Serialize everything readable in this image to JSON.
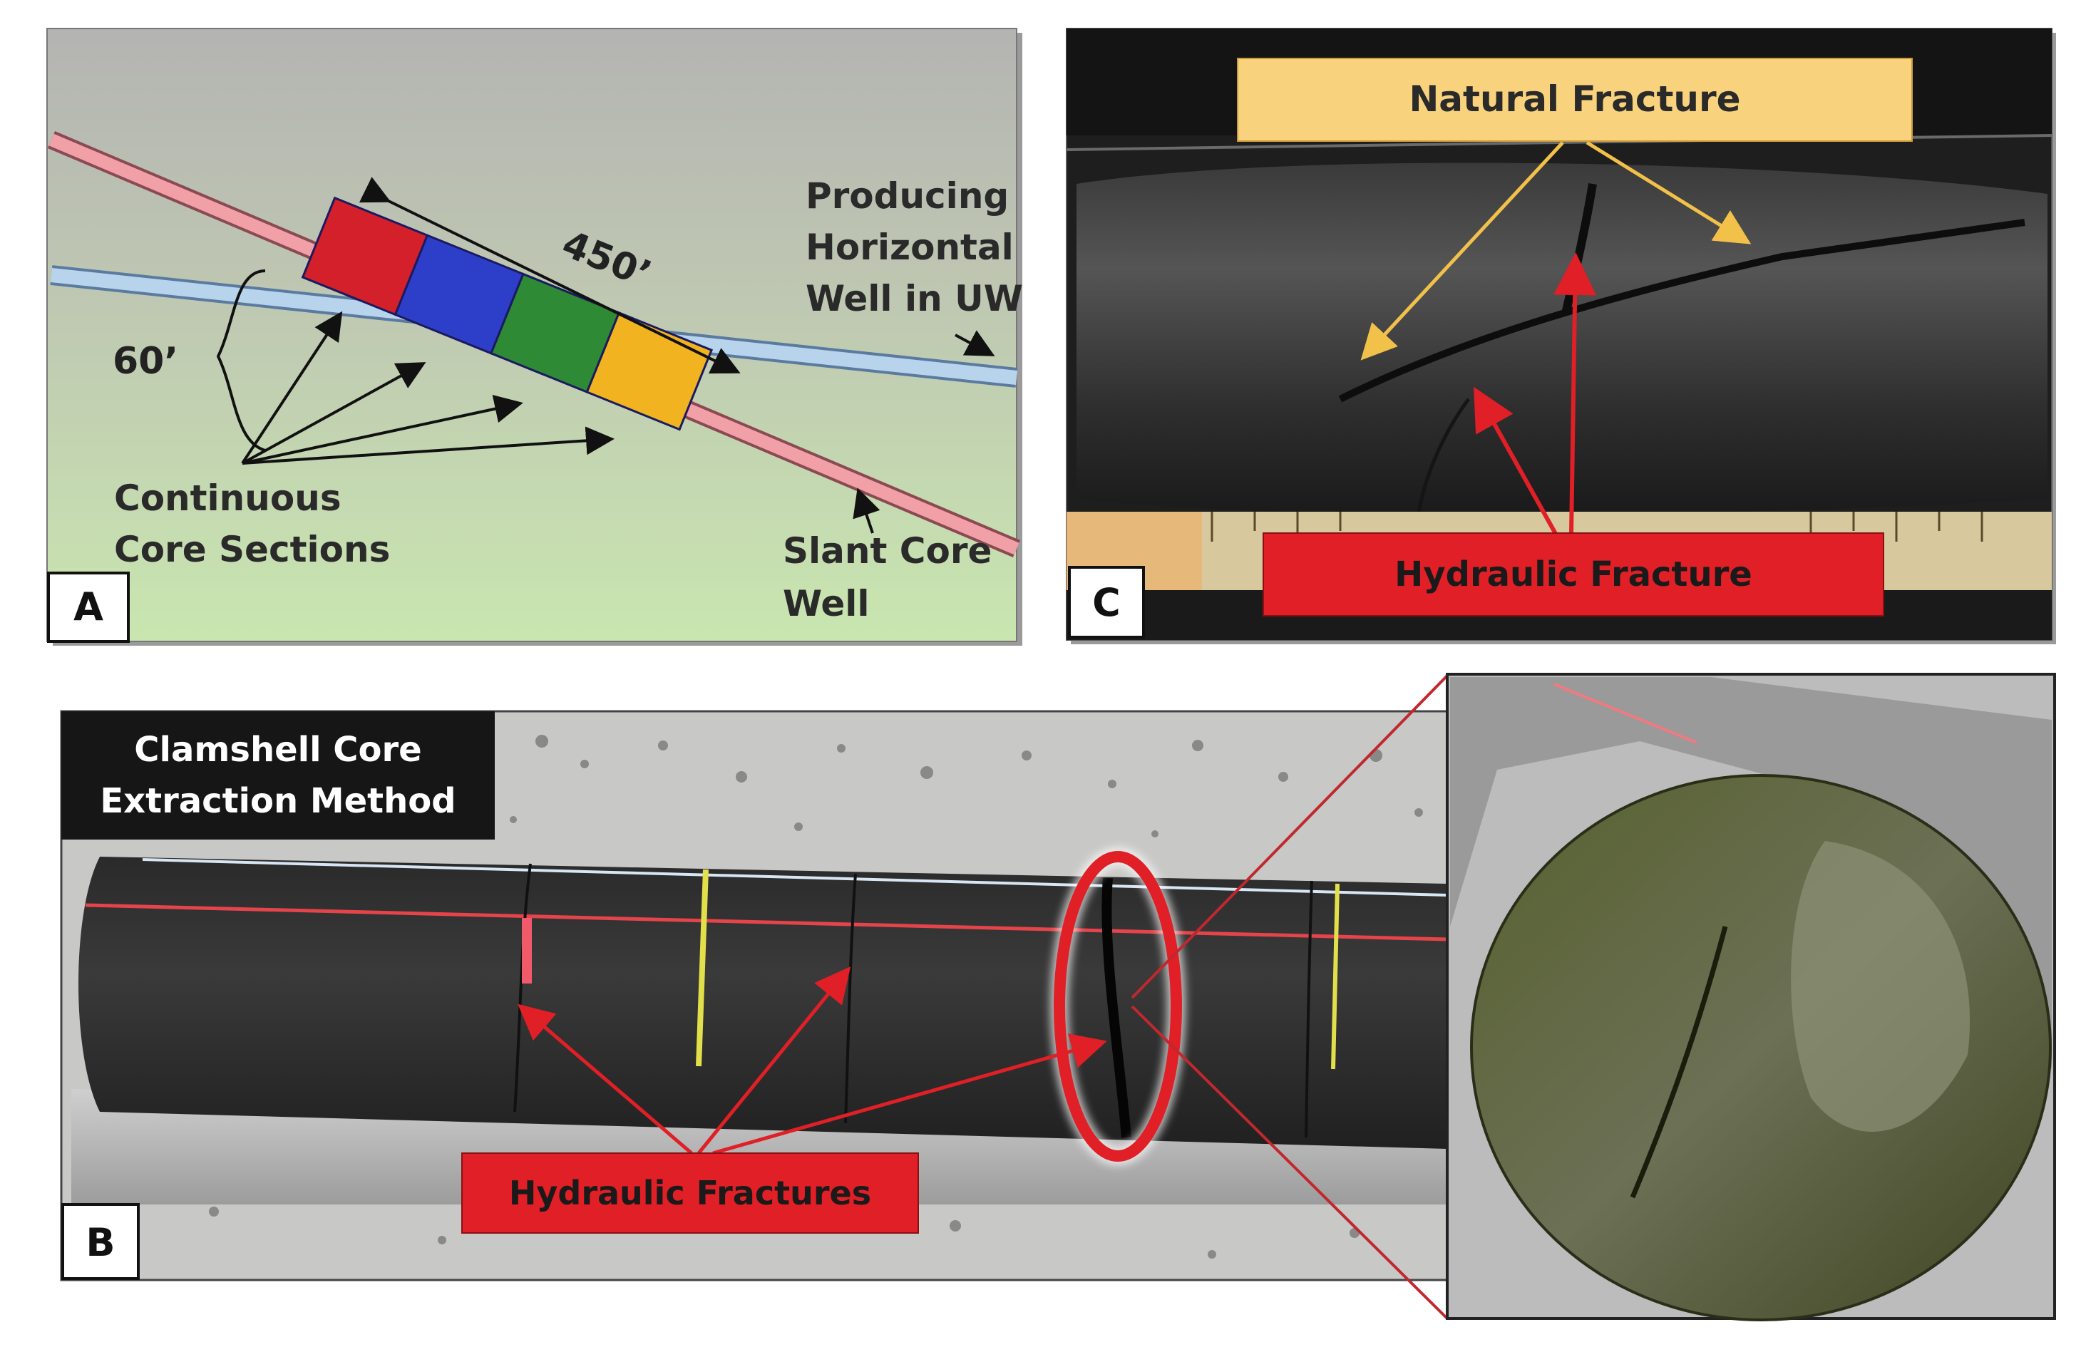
{
  "panels": {
    "a": {
      "letter": "A",
      "dimension_length": "450’",
      "dimension_spacing": "60’",
      "producing_well_label": [
        "Producing",
        "Horizontal",
        "Well in UW"
      ],
      "slant_well_label": [
        "Slant Core",
        "Well"
      ],
      "core_sections_label": [
        "Continuous",
        "Core Sections"
      ],
      "core_colors": [
        "#d4202a",
        "#2d3fc8",
        "#2e8a34",
        "#f2b320"
      ],
      "slant_well_color": "#f2a0a8",
      "producing_well_color": "#b8d4ec"
    },
    "b": {
      "letter": "B",
      "method_title": [
        "Clamshell Core",
        "Extraction Method"
      ],
      "callout": "Hydraulic Fractures",
      "callout_color": "#e01f26"
    },
    "c": {
      "letter": "C",
      "natural_callout": "Natural Fracture",
      "natural_callout_color": "#f9d27e",
      "hydraulic_callout": "Hydraulic Fracture",
      "hydraulic_callout_color": "#e01f26"
    }
  }
}
